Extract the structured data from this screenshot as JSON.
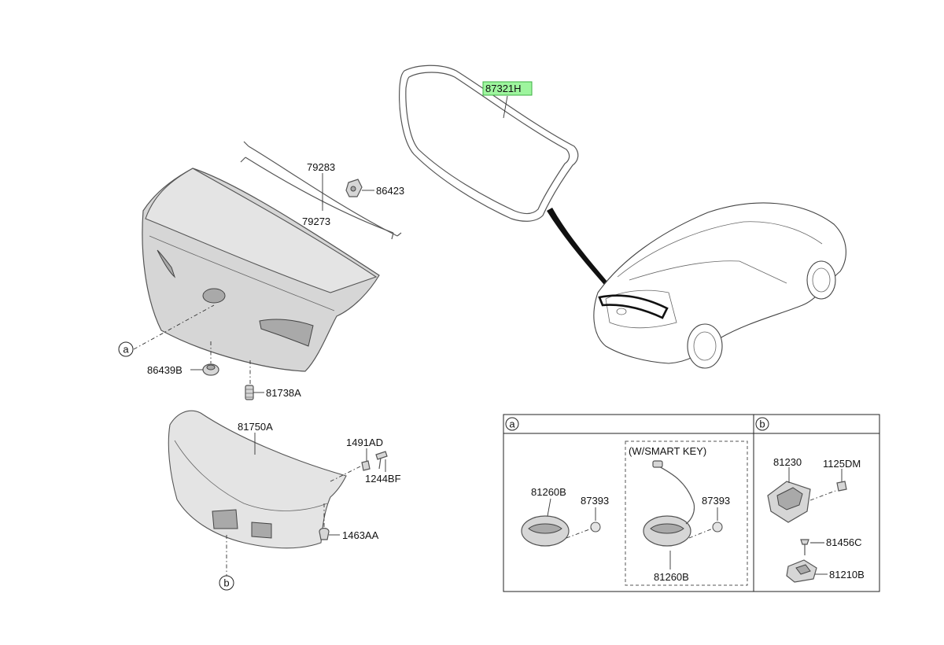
{
  "callouts": {
    "a": "a",
    "b": "b"
  },
  "parts": {
    "weatherstrip": "87321H",
    "stay_upper": "79283",
    "stay_lower": "79273",
    "clip": "86423",
    "bumper": "86439B",
    "stopper": "81738A",
    "trim": "81750A",
    "fastener_a": "1491AD",
    "bolt_a": "1244BF",
    "clip_b": "1463AA"
  },
  "detail_a": {
    "header": "a",
    "smart_key_note": "(W/SMART KEY)",
    "handle_left": "81260B",
    "nut_left": "87393",
    "handle_right": "81260B",
    "nut_right": "87393"
  },
  "detail_b": {
    "header": "b",
    "latch": "81230",
    "bolt": "1125DM",
    "screw": "81456C",
    "striker": "81210B"
  },
  "colors": {
    "highlight_fill": "#9ef59e",
    "highlight_stroke": "#3cb043"
  }
}
